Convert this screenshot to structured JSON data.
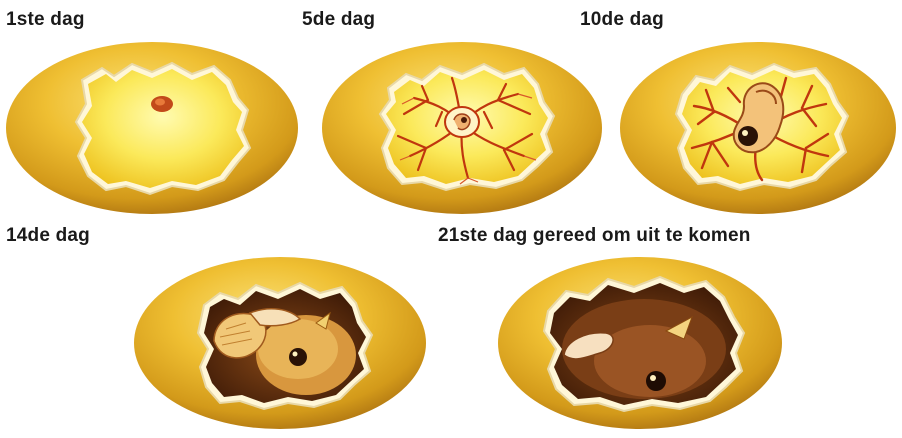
{
  "stages": [
    {
      "label": "1ste dag"
    },
    {
      "label": "5de dag"
    },
    {
      "label": "10de dag"
    },
    {
      "label": "14de dag"
    },
    {
      "label": "21ste dag gereed om uit te komen"
    }
  ],
  "colors": {
    "shell_light": "#f7d34a",
    "shell_mid": "#e0a81c",
    "shell_dark": "#b27811",
    "yolk_light": "#fff27a",
    "yolk": "#f6da2e",
    "vessel": "#c0360e",
    "chick_light": "#f0c060",
    "chick_dark": "#5a2a10"
  }
}
